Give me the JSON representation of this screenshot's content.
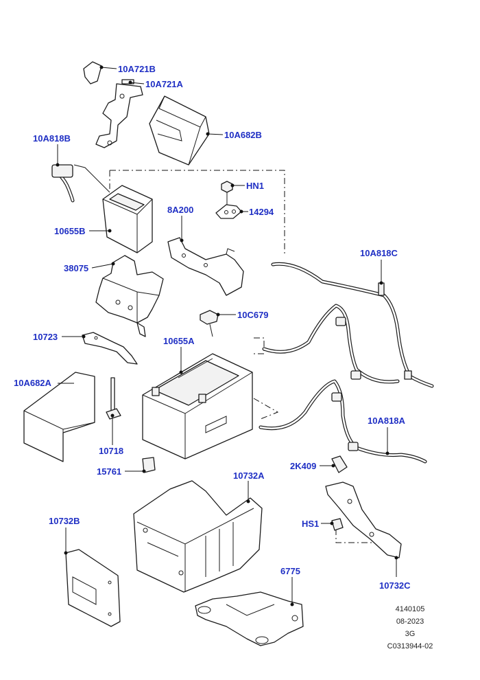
{
  "labels": {
    "p_10A721B": "10A721B",
    "p_10A721A": "10A721A",
    "p_10A682B": "10A682B",
    "p_10A818B": "10A818B",
    "p_HN1": "HN1",
    "p_14294": "14294",
    "p_8A200": "8A200",
    "p_10655B": "10655B",
    "p_10A818C": "10A818C",
    "p_38075": "38075",
    "p_10C679": "10C679",
    "p_10723": "10723",
    "p_10655A": "10655A",
    "p_10A682A": "10A682A",
    "p_10A818A": "10A818A",
    "p_10718": "10718",
    "p_2K409": "2K409",
    "p_15761": "15761",
    "p_10732A": "10732A",
    "p_10732B": "10732B",
    "p_HS1": "HS1",
    "p_10732C": "10732C",
    "p_6775": "6775"
  },
  "footer": {
    "ref": "4140105",
    "date": "08-2023",
    "code": "3G",
    "image_id": "C0313944-02"
  },
  "colors": {
    "label": "#1f2fc4",
    "line": "#1a1a1a"
  }
}
